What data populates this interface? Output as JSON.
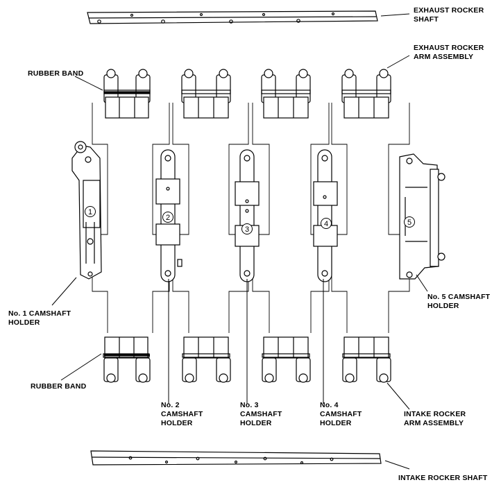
{
  "labels": {
    "exhaust_shaft": [
      "EXHAUST ROCKER",
      "SHAFT"
    ],
    "exhaust_arm": [
      "EXHAUST ROCKER",
      "ARM ASSEMBLY"
    ],
    "rubber_band_top": [
      "RUBBER BAND"
    ],
    "rubber_band_bottom": [
      "RUBBER BAND"
    ],
    "holder1": [
      "No. 1 CAMSHAFT",
      "HOLDER"
    ],
    "holder2": [
      "No. 2",
      "CAMSHAFT",
      "HOLDER"
    ],
    "holder3": [
      "No. 3",
      "CAMSHAFT",
      "HOLDER"
    ],
    "holder4": [
      "No. 4",
      "CAMSHAFT",
      "HOLDER"
    ],
    "holder5": [
      "No. 5 CAMSHAFT",
      "HOLDER"
    ],
    "intake_arm": [
      "INTAKE ROCKER",
      "ARM ASSEMBLY"
    ],
    "intake_shaft": [
      "INTAKE ROCKER SHAFT"
    ]
  },
  "holder_numbers": [
    "1",
    "2",
    "3",
    "4",
    "5"
  ]
}
